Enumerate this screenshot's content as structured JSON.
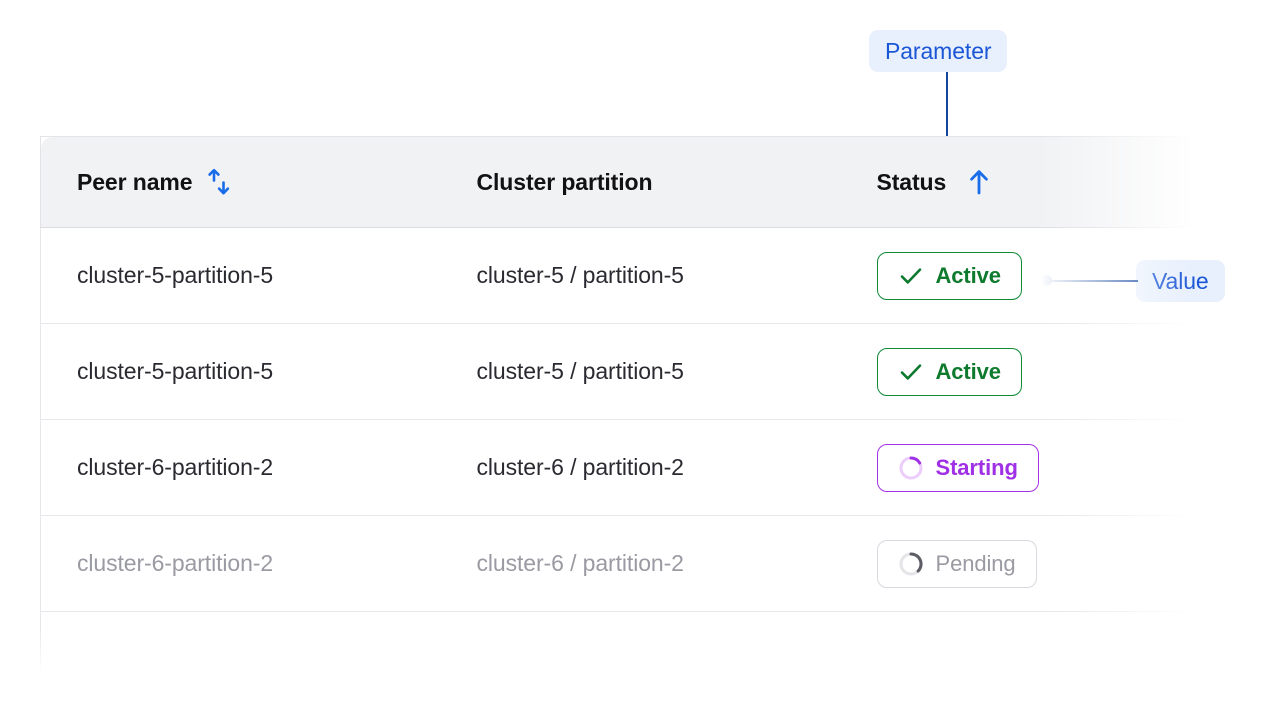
{
  "table": {
    "columns": [
      {
        "key": "peer_name",
        "label": "Peer name",
        "sort_icon": "sort-both-icon",
        "sortable": true
      },
      {
        "key": "cluster_partition",
        "label": "Cluster partition",
        "sort_icon": null,
        "sortable": true
      },
      {
        "key": "status",
        "label": "Status",
        "sort_icon": "sort-asc-icon",
        "sortable": true
      }
    ],
    "rows": [
      {
        "peer_name": "cluster-5-partition-5",
        "cluster_partition": "cluster-5 / partition-5",
        "status": {
          "label": "Active",
          "icon": "check-icon",
          "variant": "active"
        },
        "muted": false
      },
      {
        "peer_name": "cluster-5-partition-5",
        "cluster_partition": "cluster-5 / partition-5",
        "status": {
          "label": "Active",
          "icon": "check-icon",
          "variant": "active"
        },
        "muted": false
      },
      {
        "peer_name": "cluster-6-partition-2",
        "cluster_partition": "cluster-6 / partition-2",
        "status": {
          "label": "Starting",
          "icon": "spinner-icon",
          "variant": "starting"
        },
        "muted": false
      },
      {
        "peer_name": "cluster-6-partition-2",
        "cluster_partition": "cluster-6 / partition-2",
        "status": {
          "label": "Pending",
          "icon": "spinner-icon",
          "variant": "pending"
        },
        "muted": true
      }
    ]
  },
  "annotations": {
    "parameter": {
      "label": "Parameter",
      "target": "status-column-header"
    },
    "value": {
      "label": "Value",
      "target": "status-badge-row-1"
    }
  },
  "colors": {
    "accent_blue": "#1a6dea",
    "callout_text": "#1a56d6",
    "callout_bg": "#e8f0fd",
    "connector": "#12459e",
    "status_active": "#0e7a2e",
    "status_starting": "#a030e6",
    "status_pending": "#9a9aa3",
    "header_bg": "#f1f2f4",
    "row_divider": "#e6e6eb"
  }
}
